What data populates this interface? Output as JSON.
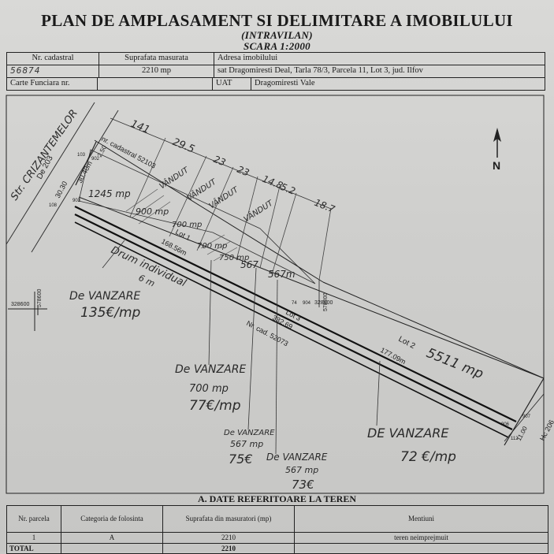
{
  "header": {
    "title": "PLAN DE AMPLASAMENT SI DELIMITARE A IMOBILULUI",
    "subtitle": "(INTRAVILAN)",
    "scale": "SCARA 1:2000"
  },
  "info": {
    "nr_cadastral_label": "Nr. cadastral",
    "suprafata_label": "Suprafata masurata",
    "adresa_label": "Adresa imobilului",
    "nr_cadastral_value": "56874",
    "suprafata_value": "2210 mp",
    "adresa_value": "sat Dragomiresti Deal, Tarla 78/3, Parcela 11, Lot 3, jud. Ilfov",
    "carte_funciara_label": "Carte Funciara nr.",
    "uat_label": "UAT",
    "uat_value": "Dragomiresti Vale"
  },
  "plan": {
    "north": "N",
    "street": "Str. CRIZANTEMELOR",
    "de": "De 203",
    "hc": "Hc 206",
    "nr_cad_top": "nr. cadastral 52103",
    "nr_cad_bottom": "Nr. cad. 52073",
    "lot1": "Lot 1",
    "lot2": "Lot 2",
    "lot3": "Lot 3",
    "dim_left": "30.40m",
    "dim_left2": "30.30",
    "dim_250": "2.50",
    "dim_lot1": "168.56m",
    "dim_lot3": "332.69",
    "dim_lot2": "177.09m",
    "dim_right": "11.00",
    "coord_x1": "328600",
    "coord_y1": "578600",
    "coord_x2": "328600",
    "coord_y2": "578000",
    "pt_103": "103",
    "pt_902": "902",
    "pt_903": "903",
    "pt_108": "108",
    "pt_904": "904",
    "pt_907": "907",
    "pt_906": "906",
    "pt_112": "112",
    "pt_74": "74"
  },
  "handwritten": {
    "dims_top": [
      "141",
      "29.5",
      "23",
      "23",
      "14.8",
      "5.2",
      "18.7"
    ],
    "vandut": [
      "VÂNDUT",
      "VÂNDUT",
      "VÂNDUT",
      "VÂNDUT"
    ],
    "areas": [
      "1245 mp",
      "900 mp",
      "700 mp",
      "700 mp",
      "750 mp",
      "567",
      "567m"
    ],
    "drum": "Drum individual",
    "drum_width": "6 m",
    "sale1": "De VANZARE",
    "sale1_price": "135€/mp",
    "sale2": "De VANZARE",
    "sale2_area": "700 mp",
    "sale2_price": "77€/mp",
    "sale3": "De VANZARE",
    "sale3_area": "567 mp",
    "sale3_price": "75€",
    "sale4": "De VANZARE",
    "sale4_area": "567 mp",
    "sale4_price": "73€",
    "sale5": "DE VANZARE",
    "sale5_price": "72 €/mp",
    "lot2_area": "5511 mp"
  },
  "section": {
    "title": "A. DATE REFERITOARE LA TEREN"
  },
  "table": {
    "headers": [
      "Nr. parcela",
      "Categoria de folosinta",
      "Suprafata din masuratori (mp)",
      "Mentiuni"
    ],
    "rows": [
      [
        "1",
        "A",
        "2210",
        "teren neimprejmuit"
      ]
    ],
    "total_label": "TOTAL",
    "total_value": "2210"
  },
  "colors": {
    "ink": "#1d1d1d",
    "paper": "#d2d2d0"
  }
}
